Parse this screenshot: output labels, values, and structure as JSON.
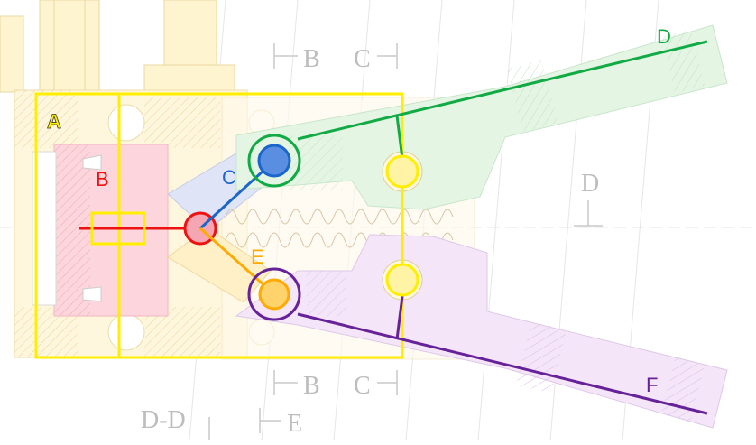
{
  "drawing": {
    "section_title": "D-D",
    "section_marks": [
      {
        "id": "b-top",
        "text": "B"
      },
      {
        "id": "c-top",
        "text": "C"
      },
      {
        "id": "d-right",
        "text": "D"
      },
      {
        "id": "b-bottom",
        "text": "B"
      },
      {
        "id": "c-bottom",
        "text": "C"
      },
      {
        "id": "e-bottom",
        "text": "E"
      }
    ]
  },
  "labels": {
    "A": "A",
    "B": "B",
    "C": "C",
    "D": "D",
    "E": "E",
    "F": "F"
  },
  "colors": {
    "A": "#ffee00",
    "B": "#ee1111",
    "C": "#1a66cc",
    "D": "#11aa44",
    "E": "#ffaa00",
    "F": "#662299",
    "highlight_yellow": "#ffee00"
  }
}
